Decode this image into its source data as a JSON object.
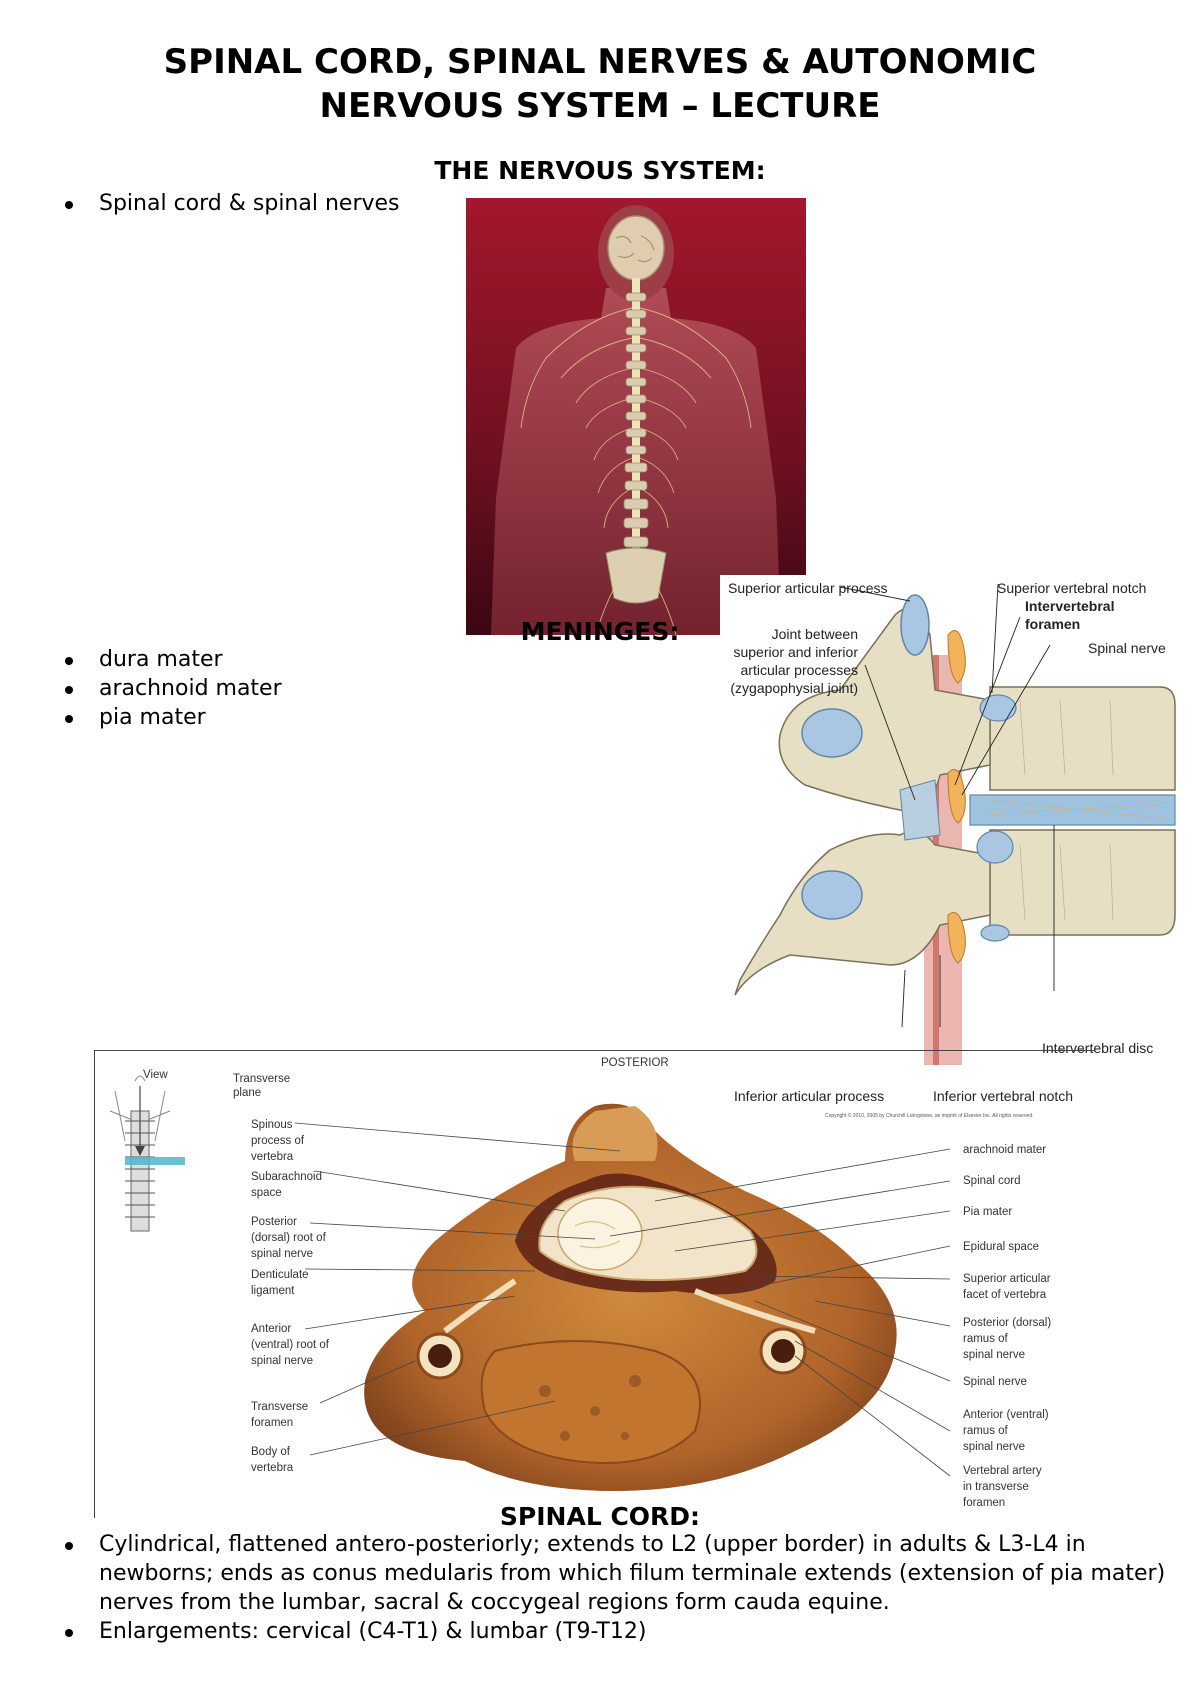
{
  "page": {
    "title_line1": "SPINAL CORD, SPINAL NERVES & AUTONOMIC",
    "title_line2": "NERVOUS SYSTEM – LECTURE"
  },
  "nervous_system": {
    "heading": "THE NERVOUS SYSTEM:",
    "bullets": [
      "Spinal cord & spinal nerves"
    ]
  },
  "meninges": {
    "heading": "MENINGES:",
    "bullets": [
      "dura mater",
      "arachnoid mater",
      "pia mater"
    ]
  },
  "vertebra_figure": {
    "labels": {
      "superior_articular_process": "Superior articular process",
      "superior_vertebral_notch": "Superior vertebral notch",
      "intervertebral_foramen_1": "Intervertebral",
      "intervertebral_foramen_2": "foramen",
      "spinal_nerve": "Spinal nerve",
      "joint_1": "Joint between",
      "joint_2": "superior and inferior",
      "joint_3": "articular processes",
      "joint_4": "(zygapophysial joint)",
      "intervertebral_disc": "Intervertebral disc",
      "inferior_articular_process": "Inferior articular process",
      "inferior_vertebral_notch": "Inferior vertebral notch",
      "copyright": "Copyright © 2010, 2005 by Churchill Livingstone, an imprint of Elsevier Inc. All rights reserved."
    }
  },
  "cross_section_figure": {
    "labels": {
      "posterior": "POSTERIOR",
      "view": "View",
      "transverse_1": "Transverse",
      "transverse_2": "plane",
      "spinous_1": "Spinous",
      "spinous_2": "process of",
      "spinous_3": "vertebra",
      "subarachnoid_1": "Subarachnoid",
      "subarachnoid_2": "space",
      "posterior_root_1": "Posterior",
      "posterior_root_2": "(dorsal) root of",
      "posterior_root_3": "spinal nerve",
      "denticulate_1": "Denticulate",
      "denticulate_2": "ligament",
      "anterior_root_1": "Anterior",
      "anterior_root_2": "(ventral) root of",
      "anterior_root_3": "spinal nerve",
      "transverse_foramen_1": "Transverse",
      "transverse_foramen_2": "foramen",
      "body_1": "Body of",
      "body_2": "vertebra",
      "arachnoid_mater": "arachnoid mater",
      "spinal_cord": "Spinal cord",
      "pia_mater": "Pia mater",
      "epidural_space": "Epidural space",
      "superior_articular_1": "Superior articular",
      "superior_articular_2": "facet of vertebra",
      "posterior_ramus_1": "Posterior (dorsal)",
      "posterior_ramus_2": "ramus of",
      "posterior_ramus_3": "spinal nerve",
      "spinal_nerve": "Spinal nerve",
      "anterior_ramus_1": "Anterior (ventral)",
      "anterior_ramus_2": "ramus of",
      "anterior_ramus_3": "spinal nerve",
      "vertebral_artery_1": "Vertebral artery",
      "vertebral_artery_2": "in transverse",
      "vertebral_artery_3": "foramen"
    }
  },
  "spinal_cord": {
    "heading": "SPINAL CORD:",
    "bullets": [
      "Cylindrical, flattened antero-posteriorly; extends to L2 (upper border) in adults & L3-L4 in newborns; ends as conus medularis from which filum terminale extends (extension of pia mater) nerves from the lumbar, sacral & coccygeal regions form cauda equine.",
      "Enlargements: cervical (C4-T1) & lumbar (T9-T12)"
    ]
  }
}
